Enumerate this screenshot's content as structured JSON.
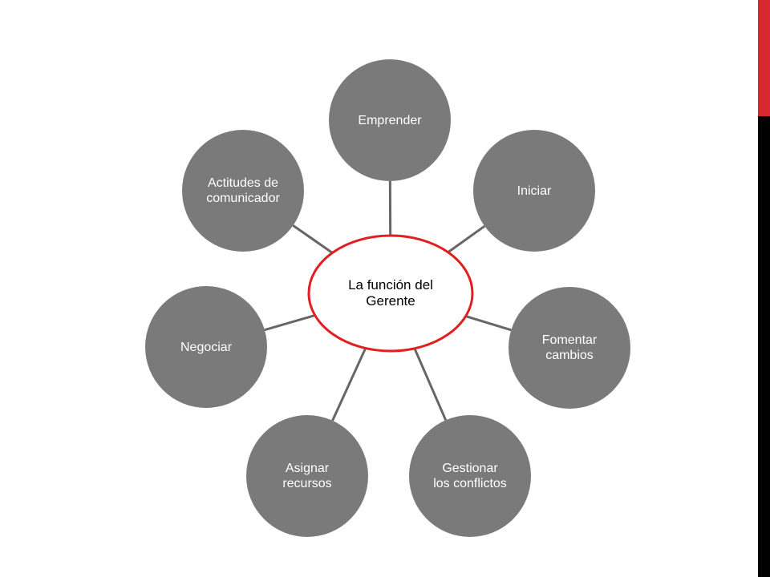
{
  "diagram": {
    "center": {
      "label": "La función del\nGerente"
    },
    "nodes": [
      {
        "label": "Emprender"
      },
      {
        "label": "Iniciar"
      },
      {
        "label": "Fomentar\ncambios"
      },
      {
        "label": "Gestionar\nlos conflictos"
      },
      {
        "label": "Asignar\nrecursos"
      },
      {
        "label": "Negociar"
      },
      {
        "label": "Actitudes de\ncomunicador"
      }
    ]
  },
  "colors": {
    "node_fill": "#7a7a7a",
    "center_border": "#e02020",
    "connector": "#666666",
    "accent_red": "#d9282f",
    "accent_black": "#000000"
  }
}
